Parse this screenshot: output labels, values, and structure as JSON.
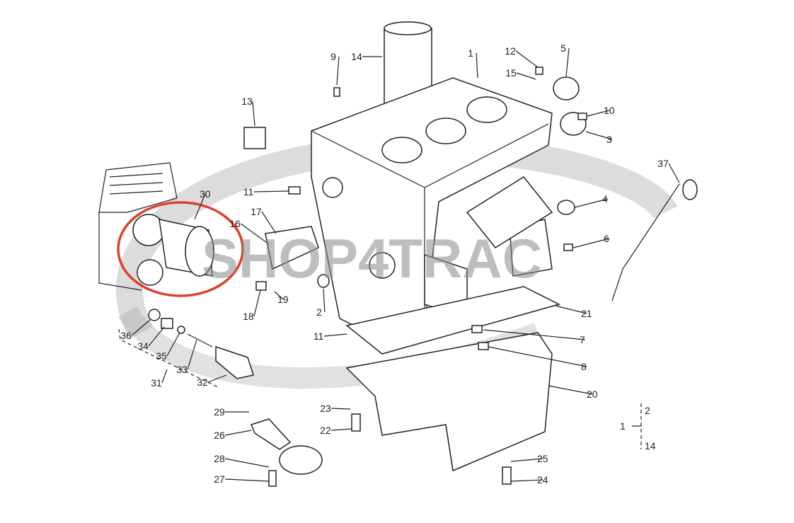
{
  "watermark": "SHOP4TRAC",
  "colors": {
    "highlight": "#e0402a",
    "watermark": "#8a8a8a",
    "ink": "#222222"
  },
  "highlighted_part": "30",
  "labels": [
    "14",
    "9",
    "1",
    "12",
    "15",
    "5",
    "10",
    "3",
    "13",
    "37",
    "11",
    "4",
    "30",
    "17",
    "16",
    "6",
    "2",
    "19",
    "18",
    "21",
    "36",
    "34",
    "35",
    "33",
    "11",
    "7",
    "8",
    "31",
    "32",
    "20",
    "29",
    "23",
    "26",
    "22",
    "28",
    "25",
    "27",
    "24"
  ],
  "bracket": {
    "assembly": "1",
    "top": "2",
    "bottom": "14"
  }
}
